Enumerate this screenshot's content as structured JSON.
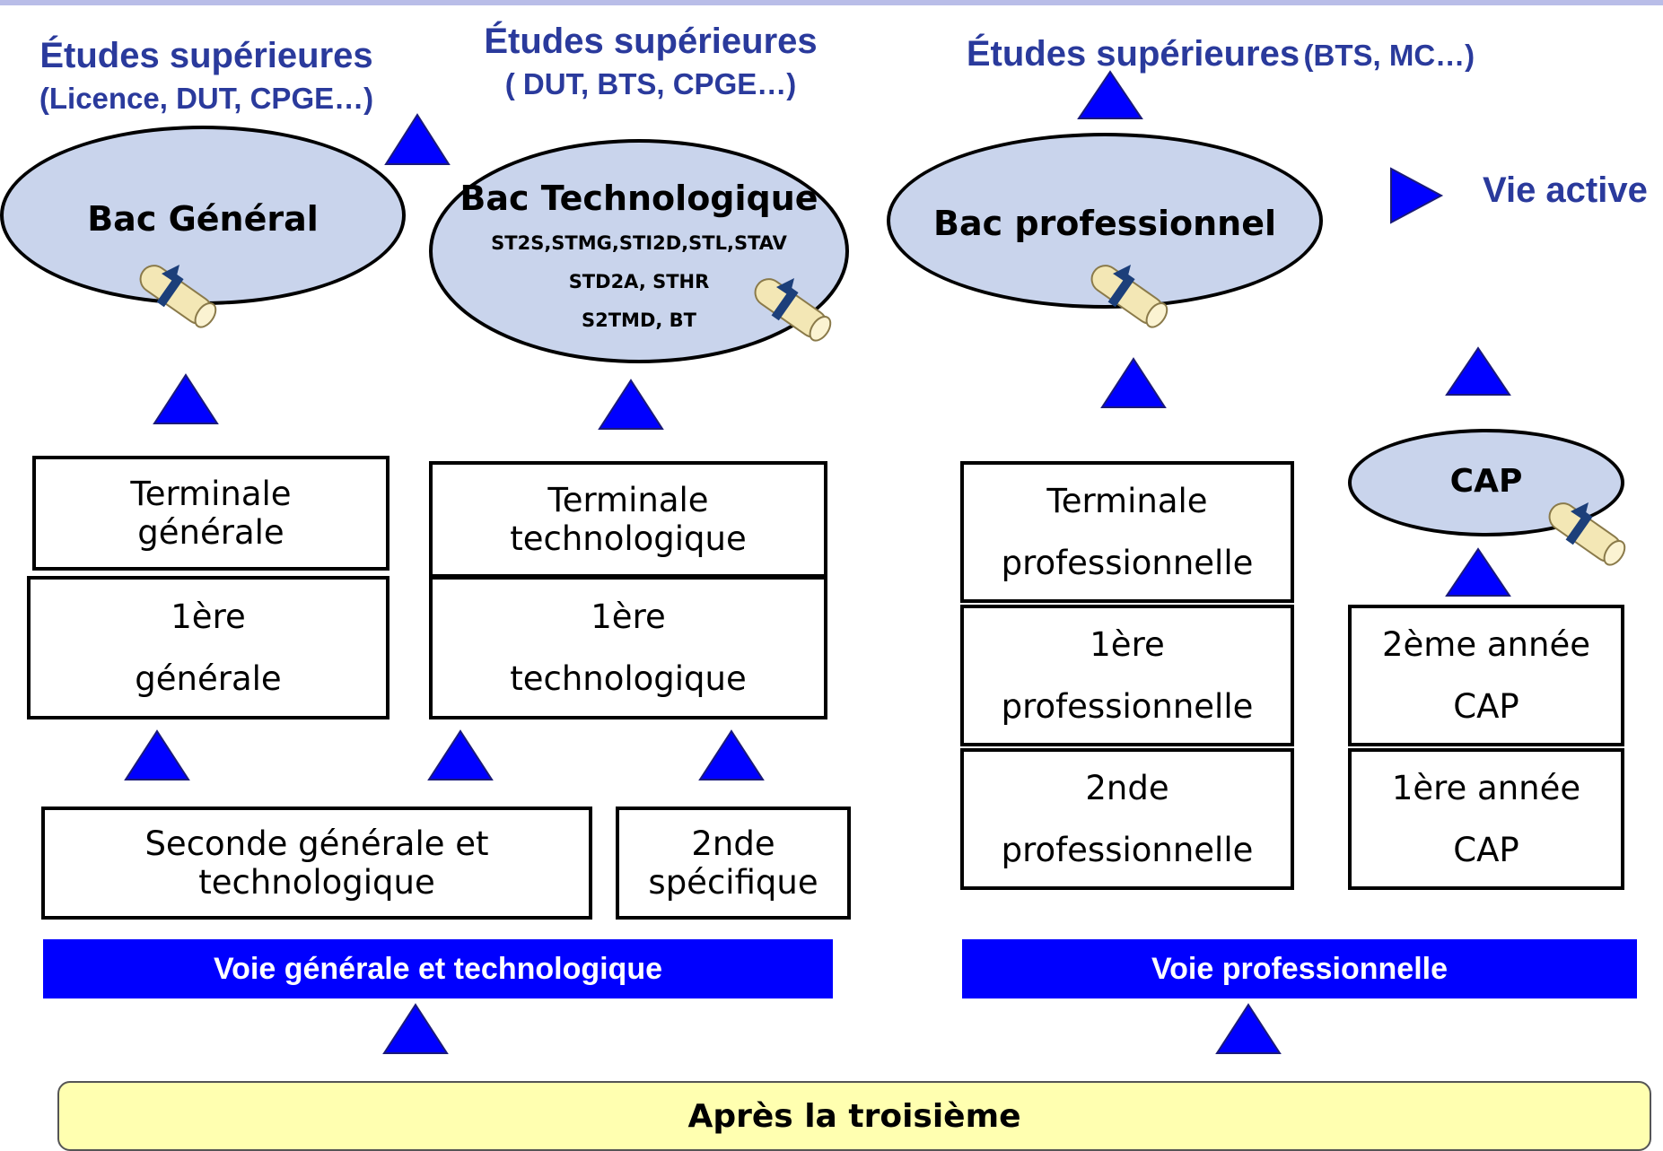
{
  "headings": {
    "general": {
      "title": "Études supérieures",
      "sub": "(Licence, DUT, CPGE…)"
    },
    "techno": {
      "title": "Études supérieures",
      "sub": "( DUT, BTS, CPGE…)"
    },
    "pro": {
      "title": "Études supérieures",
      "sub": "(BTS, MC…)"
    }
  },
  "vie_active": "Vie active",
  "bacs": {
    "general": {
      "title": "Bac Général"
    },
    "techno": {
      "title": "Bac Technologique",
      "lines": [
        "ST2S,STMG,STI2D,STL,STAV",
        "STD2A, STHR",
        "S2TMD, BT"
      ]
    },
    "pro": {
      "title": "Bac professionnel"
    },
    "cap": {
      "title": "CAP"
    }
  },
  "boxes": {
    "term_gen": [
      "Terminale",
      "générale"
    ],
    "prem_gen": [
      "1ère",
      "générale"
    ],
    "term_tech": [
      "Terminale",
      "technologique"
    ],
    "prem_tech": [
      "1ère",
      "technologique"
    ],
    "seconde": [
      "Seconde générale et",
      "technologique"
    ],
    "seconde_spec": [
      "2nde",
      "spécifique"
    ],
    "term_pro": [
      "Terminale",
      "professionnelle"
    ],
    "prem_pro": [
      "1ère",
      "professionnelle"
    ],
    "seconde_pro": [
      "2nde",
      "professionnelle"
    ],
    "cap2": [
      "2ème année",
      "CAP"
    ],
    "cap1": [
      "1ère année",
      "CAP"
    ]
  },
  "bands": {
    "general": "Voie générale et technologique",
    "pro": "Voie professionnelle"
  },
  "bottom": "Après la troisième",
  "colors": {
    "arrow": "#0000ff",
    "band": "#0000ff",
    "ellipse": "#c9d4ec",
    "bottom": "#ffffb0",
    "heading": "#2a3a9c"
  }
}
